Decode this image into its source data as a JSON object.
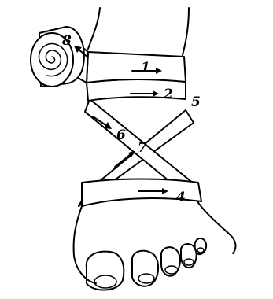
{
  "diagram": {
    "ink_color": "#000000",
    "background": "#ffffff",
    "turn_labels": [
      "1",
      "2",
      "4",
      "5",
      "6",
      "7",
      "8"
    ]
  }
}
